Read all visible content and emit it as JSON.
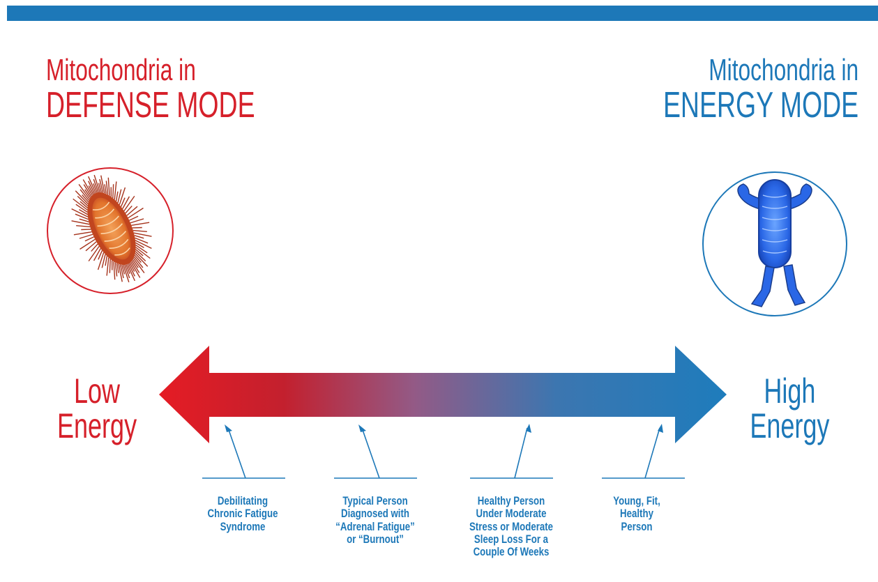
{
  "titles": {
    "left_line1": "Mitochondria in",
    "left_line2": "DEFENSE MODE",
    "right_line1": "Mitochondria in",
    "right_line2": "ENERGY MODE"
  },
  "energy": {
    "low_line1": "Low",
    "low_line2": "Energy",
    "high_line1": "High",
    "high_line2": "Energy"
  },
  "captions": [
    "Debilitating Chronic Fatigue Syndrome",
    "Typical Person Diagnosed with “Adrenal Fatigue” or “Burnout”",
    "Healthy Person Under Moderate Stress or Moderate Sleep Loss For a Couple Of Weeks",
    "Young, Fit, Healthy Person"
  ],
  "colors": {
    "defense": "#d6202a",
    "energy": "#1d78b8",
    "gradient_start": "#e51c24",
    "gradient_mid": "#935a86",
    "gradient_end": "#1e7cbc"
  },
  "icons": {
    "left": "spiky-mitochondrion-icon",
    "right": "muscular-mitochondrion-icon"
  }
}
